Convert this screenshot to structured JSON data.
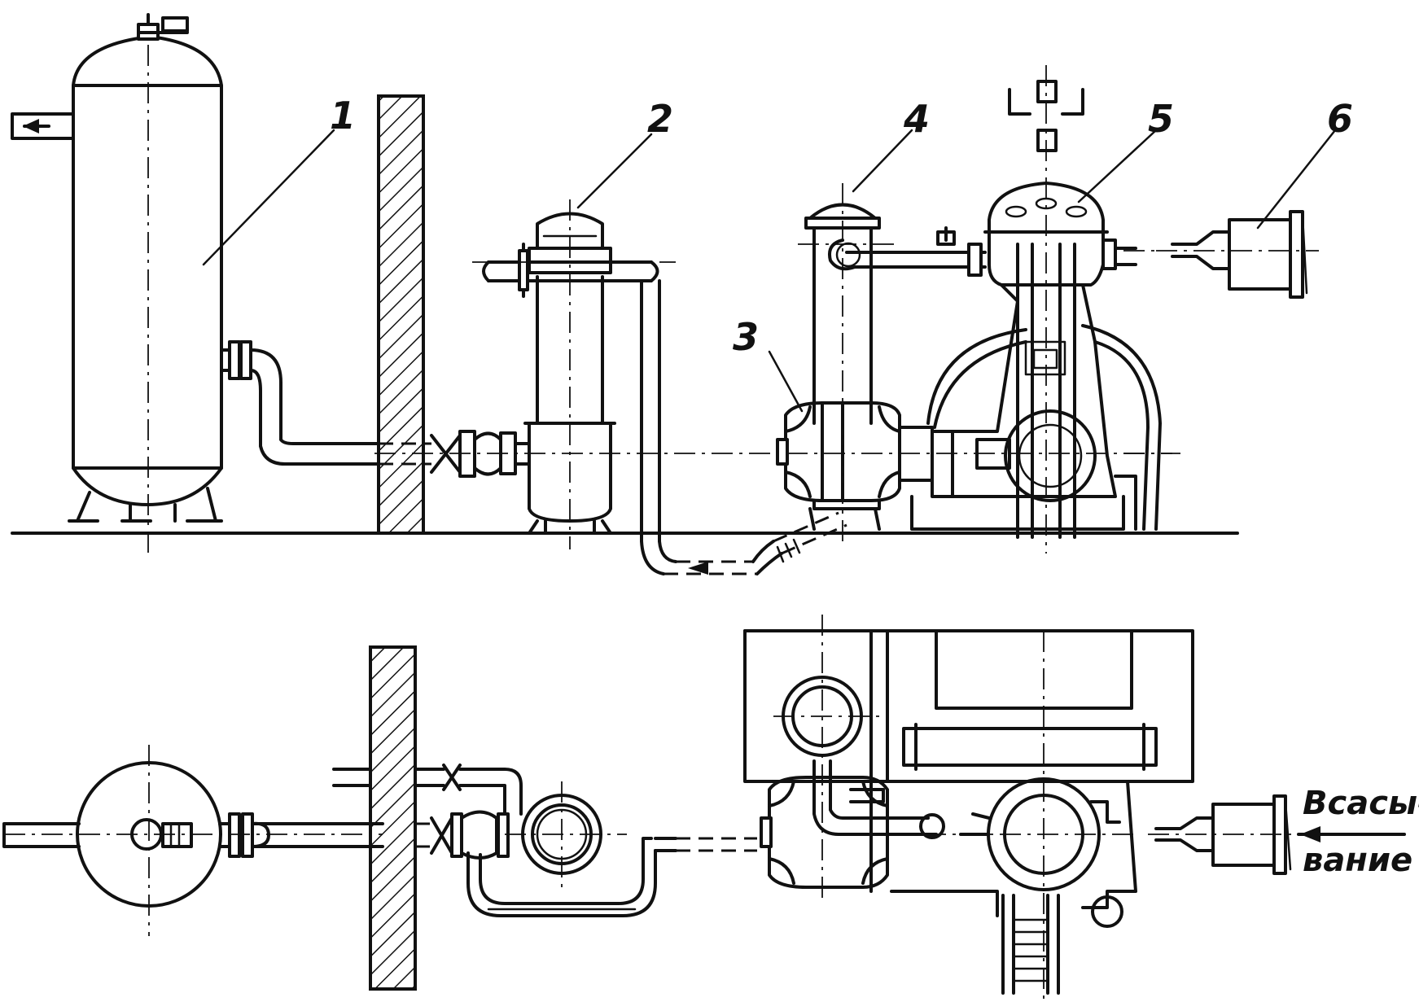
{
  "labels": {
    "n1": "1",
    "n2": "2",
    "n3": "3",
    "n4": "4",
    "n5": "5",
    "n6": "6"
  },
  "suction_note": {
    "line1": "Всасы-",
    "line2": "вание"
  },
  "colors": {
    "ink": "#111111",
    "paper": "#ffffff",
    "hatch": "#111111"
  }
}
